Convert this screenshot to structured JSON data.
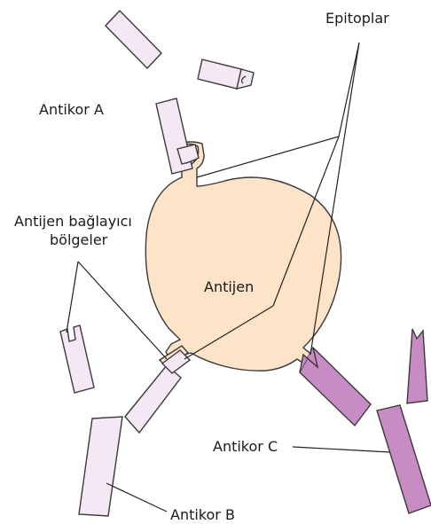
{
  "labels": {
    "epitopes": "Epitoplar",
    "antibody_a": "Antikor A",
    "binding_regions_line1": "Antijen bağlayıcı",
    "binding_regions_line2": "bölgeler",
    "antigen": "Antijen",
    "antibody_c": "Antikor C",
    "antibody_b": "Antikor B"
  },
  "colors": {
    "antigen_fill": "#fde4c8",
    "antibody_light_fill": "#f4e8f4",
    "antibody_dark_fill": "#c98bc3",
    "outline": "#3a3a3a"
  }
}
